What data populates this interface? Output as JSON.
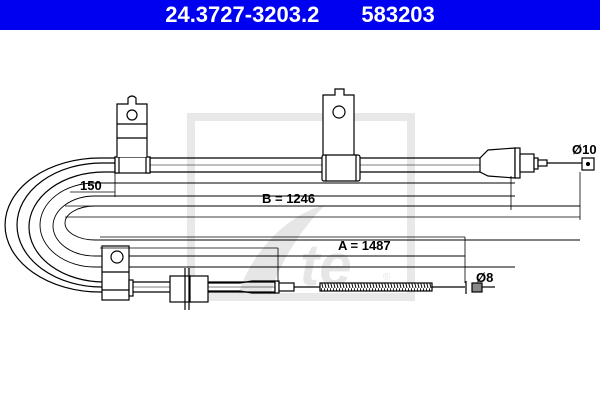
{
  "header": {
    "part_number": "24.3727-3203.2",
    "reference_number": "583203",
    "background_color": "#0000f0",
    "text_color": "#ffffff"
  },
  "drawing": {
    "type": "brake cable technical drawing",
    "dimensions": {
      "offset_label": "150",
      "b_label": "B = 1246",
      "a_label": "A = 1487",
      "diameter_top_label": "Ø10",
      "diameter_bottom_label": "Ø8"
    },
    "watermark": {
      "logo_text": "Ate",
      "registered_mark": "®",
      "color": "#e6e6e6"
    },
    "line_color": "#000000"
  }
}
